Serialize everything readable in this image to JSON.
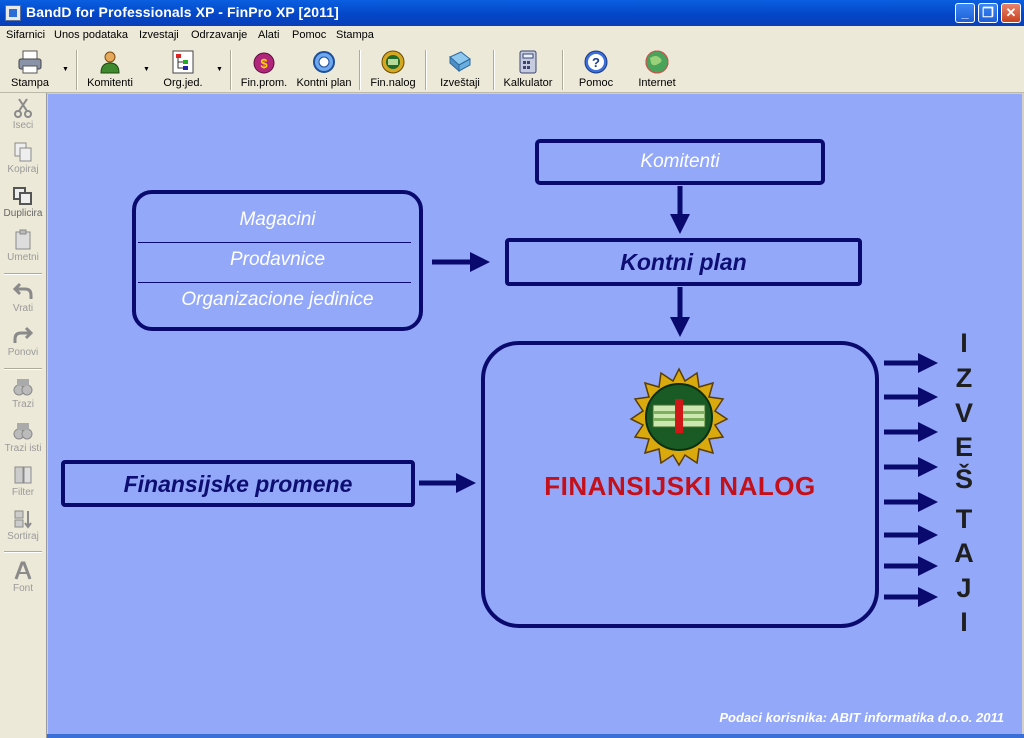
{
  "window": {
    "title": "BandD for Professionals XP - FinPro XP [2011]",
    "minimize_glyph": "_",
    "maximize_glyph": "❐",
    "close_glyph": "✕"
  },
  "menu": [
    "Sifarnici",
    "Unos podataka",
    "Izvestaji",
    "Odrzavanje",
    "Alati",
    "Pomoc",
    "Stampa"
  ],
  "toolbar": {
    "stampa": "Stampa",
    "komitenti": "Komitenti",
    "orgjed": "Org.jed.",
    "finprom": "Fin.prom.",
    "kontniplan": "Kontni plan",
    "finnalog": "Fin.nalog",
    "izvestaji": "Izveštaji",
    "kalkulator": "Kalkulator",
    "pomoc": "Pomoc",
    "internet": "Internet"
  },
  "sidebar": {
    "iseci": "Iseci",
    "kopiraj": "Kopiraj",
    "duplicira": "Duplicira",
    "umetni": "Umetni",
    "vrati": "Vrati",
    "ponovi": "Ponovi",
    "trazi": "Trazi",
    "trazi_isti": "Trazi isti",
    "filter": "Filter",
    "sortiraj": "Sortiraj",
    "font": "Font"
  },
  "diagram": {
    "komitenti": "Komitenti",
    "magacini": "Magacini",
    "prodavnice": "Prodavnice",
    "organizacione_jedinice": "Organizacione jedinice",
    "kontni_plan": "Kontni plan",
    "finansijske_promene": "Finansijske promene",
    "finansijski_nalog": "FINANSIJSKI NALOG",
    "izvestaji_letters": [
      "I",
      "Z",
      "V",
      "E",
      "Š",
      "T",
      "A",
      "J",
      "I"
    ],
    "footer": "Podaci korisnika: ABIT informatika d.o.o. 2011"
  },
  "colors": {
    "canvas_bg": "#93a8f8",
    "box_border": "#0a0a6e",
    "nalog_red": "#c4101a"
  }
}
